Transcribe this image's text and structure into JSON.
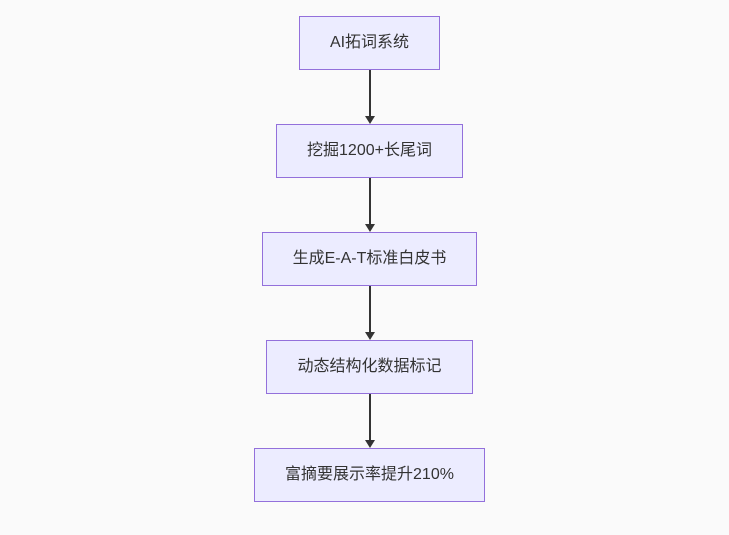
{
  "flowchart": {
    "type": "flowchart",
    "direction": "top-down",
    "nodes": [
      {
        "label": "AI拓词系统"
      },
      {
        "label": "挖掘1200+长尾词"
      },
      {
        "label": "生成E-A-T标准白皮书"
      },
      {
        "label": "动态结构化数据标记"
      },
      {
        "label": "富摘要展示率提升210%"
      }
    ],
    "edges": [
      {
        "from": 0,
        "to": 1,
        "label": ""
      },
      {
        "from": 1,
        "to": 2,
        "label": ""
      },
      {
        "from": 2,
        "to": 3,
        "label": ""
      },
      {
        "from": 3,
        "to": 4,
        "label": ""
      }
    ]
  },
  "colors": {
    "canvas-bg": "#fafafa",
    "node-fill": "#ececff",
    "node-border": "#9370db",
    "node-text": "#333333",
    "arrow": "#333333"
  }
}
